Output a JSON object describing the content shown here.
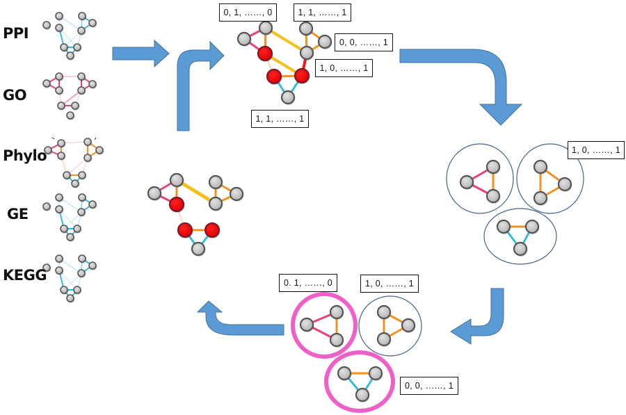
{
  "colors": {
    "arrow_fill": "#5b9bd5",
    "arrow_stroke": "#41719c",
    "node_fill": "#c8c8c8",
    "node_stroke": "#555555",
    "node_selected": "#ff0000",
    "edge_ppi": "#33bbdd",
    "edge_go": "#e8417a",
    "edge_phylo": "#f39020",
    "edge_yellow": "#f7c019",
    "edge_red": "#ff1010",
    "cluster_ring": "#41628c",
    "highlight_ring": "#ee5fc8"
  },
  "sources": [
    {
      "label": "PPI",
      "edge_type": "edge_ppi"
    },
    {
      "label": "GO",
      "edge_type": "edge_go"
    },
    {
      "label": "Phylo",
      "edge_type": "edge_phylo"
    },
    {
      "label": "GE",
      "edge_type": "edge_ppi"
    },
    {
      "label": "KEGG",
      "edge_type": "edge_ppi"
    }
  ],
  "integrated_network": {
    "vectors": [
      "0, 1, ……, 0",
      "1, 1, ……, 1",
      "0, 0, ……, 1",
      "1, 0, ……, 1",
      "1, 1, ……, 1"
    ]
  },
  "clusters": {
    "vector": "1, 0, ……, 1"
  },
  "selected_clusters": {
    "vectors": [
      "0. 1, ……, 0",
      "1, 0, ……, 1",
      "0, 0, ……, 1"
    ]
  },
  "flow": [
    "sources-to-integration",
    "integration-to-clustering",
    "clustering-to-selection",
    "selection-to-result",
    "result-to-integration"
  ]
}
